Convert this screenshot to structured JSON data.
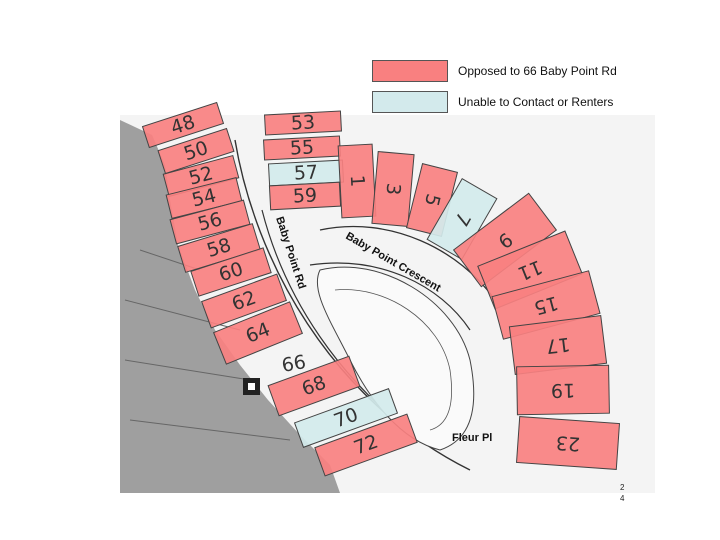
{
  "legend": {
    "opposed": {
      "label": "Opposed to 66 Baby Point Rd",
      "color": "#f98080"
    },
    "unable": {
      "label": "Unable to Contact or Renters",
      "color": "#d3eaec"
    }
  },
  "streets": {
    "baby_point_rd": "Baby Point Rd",
    "baby_point_crescent": "Baby Point Crescent",
    "fleur_pl": "Fleur Pl"
  },
  "lots": [
    {
      "id": "48",
      "label": "48",
      "status": "opposed"
    },
    {
      "id": "50",
      "label": "50",
      "status": "opposed"
    },
    {
      "id": "52",
      "label": "52",
      "status": "opposed"
    },
    {
      "id": "54",
      "label": "54",
      "status": "opposed"
    },
    {
      "id": "56",
      "label": "56",
      "status": "opposed"
    },
    {
      "id": "58",
      "label": "58",
      "status": "opposed"
    },
    {
      "id": "60",
      "label": "60",
      "status": "opposed"
    },
    {
      "id": "62",
      "label": "62",
      "status": "opposed"
    },
    {
      "id": "64",
      "label": "64",
      "status": "opposed"
    },
    {
      "id": "53",
      "label": "53",
      "status": "opposed"
    },
    {
      "id": "55",
      "label": "55",
      "status": "opposed"
    },
    {
      "id": "57",
      "label": "57",
      "status": "unable"
    },
    {
      "id": "59",
      "label": "59",
      "status": "opposed"
    },
    {
      "id": "1",
      "label": "1",
      "status": "opposed"
    },
    {
      "id": "3",
      "label": "3",
      "status": "opposed"
    },
    {
      "id": "5",
      "label": "5",
      "status": "opposed"
    },
    {
      "id": "7",
      "label": "7",
      "status": "unable"
    },
    {
      "id": "9",
      "label": "9",
      "status": "opposed"
    },
    {
      "id": "11",
      "label": "11",
      "status": "opposed"
    },
    {
      "id": "15",
      "label": "15",
      "status": "opposed"
    },
    {
      "id": "17",
      "label": "17",
      "status": "opposed"
    },
    {
      "id": "19",
      "label": "19",
      "status": "opposed"
    },
    {
      "id": "23",
      "label": "23",
      "status": "opposed"
    },
    {
      "id": "68",
      "label": "68",
      "status": "opposed"
    },
    {
      "id": "70",
      "label": "70",
      "status": "unable"
    },
    {
      "id": "72",
      "label": "72",
      "status": "opposed"
    }
  ],
  "subject_lot": "66",
  "page_number": {
    "line1": "2",
    "line2": "4"
  }
}
